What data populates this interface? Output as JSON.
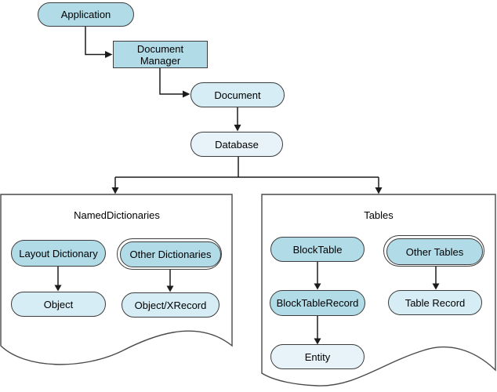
{
  "diagram": {
    "nodes": {
      "application": "Application",
      "document_manager_line1": "Document",
      "document_manager_line2": "Manager",
      "document": "Document",
      "database": "Database",
      "layout_dictionary": "Layout Dictionary",
      "other_dictionaries": "Other Dictionaries",
      "object": "Object",
      "object_xrecord": "Object/XRecord",
      "block_table": "BlockTable",
      "other_tables": "Other Tables",
      "block_table_record": "BlockTableRecord",
      "table_record": "Table Record",
      "entity": "Entity"
    },
    "panels": {
      "named_dictionaries": "NamedDictionaries",
      "tables": "Tables"
    },
    "colors": {
      "node_fill_medium": "#b2dbe8",
      "node_fill_light": "#d6edf5",
      "node_fill_lightest": "#e7f3f9",
      "node_border": "#3c3c3c",
      "connector_line": "#1c1c1c",
      "panel_border": "#4a4a4a",
      "background": "#ffffff"
    }
  }
}
